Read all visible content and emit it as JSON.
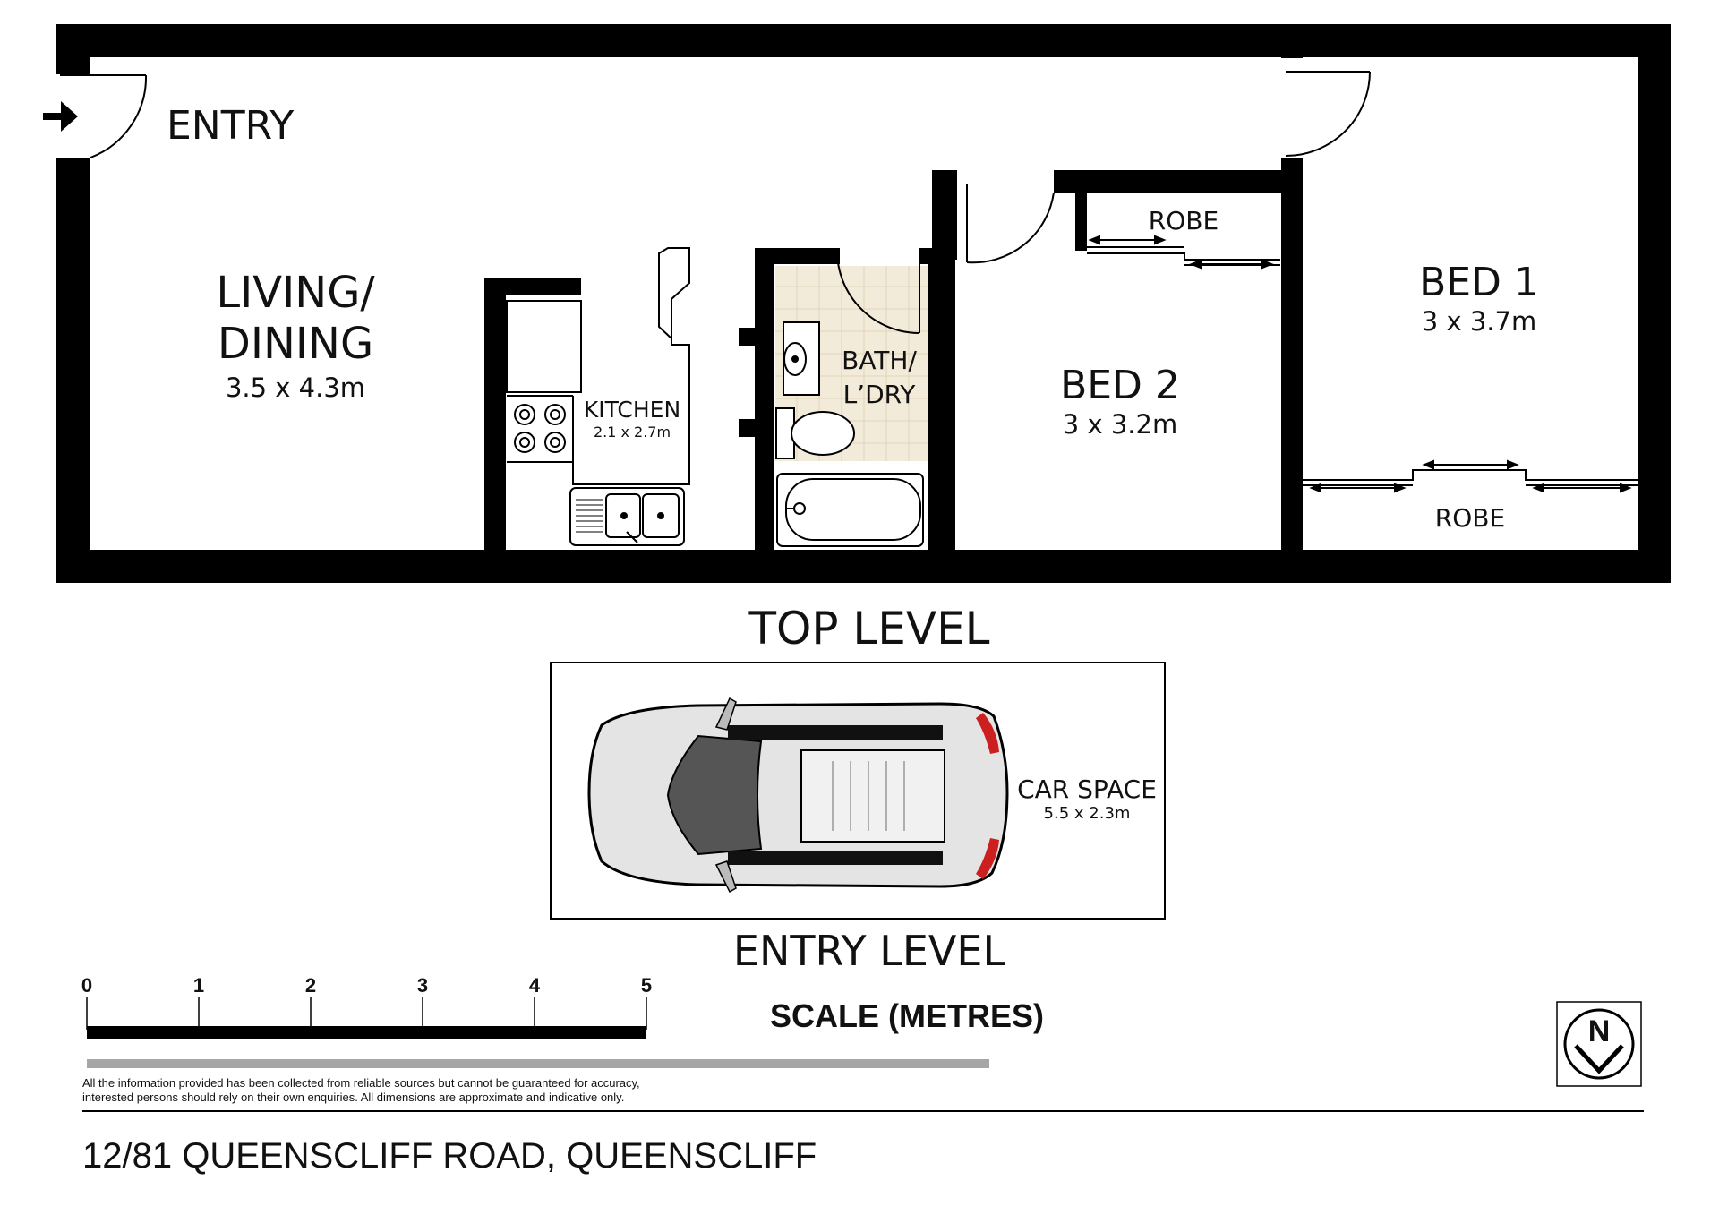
{
  "colors": {
    "wall": "#000000",
    "window": "#7cc3d1",
    "bath_tile": "#f3ebd9",
    "car_body": "#e4e4e4",
    "car_glass": "#555555",
    "car_light": "#cc2020",
    "scale_gray": "#a6a6a6"
  },
  "icons": {
    "entry_arrow": "arrow-right-icon",
    "compass": "north-compass-icon"
  },
  "rooms": {
    "entry": {
      "name": "ENTRY"
    },
    "living": {
      "name_line1": "LIVING/",
      "name_line2": "DINING",
      "size": "3.5 x 4.3m"
    },
    "kitchen": {
      "name": "KITCHEN",
      "size": "2.1 x 2.7m"
    },
    "bath": {
      "name_line1": "BATH/",
      "name_line2": "L’DRY"
    },
    "bed2": {
      "name": "BED 2",
      "size": "3 x 3.2m"
    },
    "bed1": {
      "name": "BED 1",
      "size": "3 x 3.7m"
    },
    "robe_bed2": {
      "name": "ROBE"
    },
    "robe_bed1": {
      "name": "ROBE"
    },
    "car_space": {
      "name": "CAR SPACE",
      "size": "5.5 x 2.3m"
    }
  },
  "levels": {
    "top": "TOP LEVEL",
    "entry": "ENTRY LEVEL"
  },
  "scale": {
    "ticks": [
      "0",
      "1",
      "2",
      "3",
      "4",
      "5"
    ],
    "label": "SCALE (METRES)"
  },
  "compass": {
    "letter": "N"
  },
  "disclaimer": {
    "line1": "All the information provided has been collected from reliable sources but cannot be guaranteed for accuracy,",
    "line2": "interested persons should rely on their own enquiries. All dimensions are approximate and indicative only."
  },
  "address": "12/81 QUEENSCLIFF ROAD, QUEENSCLIFF"
}
